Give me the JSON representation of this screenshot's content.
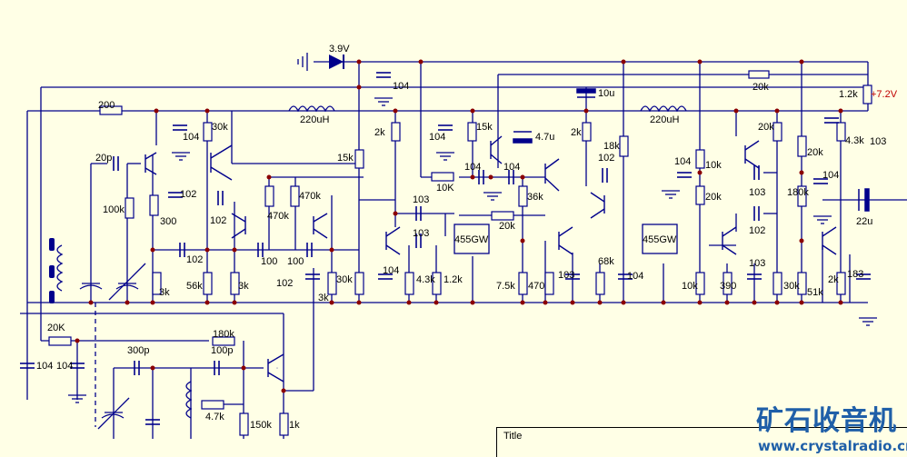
{
  "labels": {
    "diode_v": "3.9V",
    "supply_v": "+7.2V",
    "c104_top": "104",
    "r200": "200",
    "l220_1": "220uH",
    "l220_2": "220uH",
    "c10u": "10u",
    "r20k_top": "20k",
    "r1_2k_top": "1.2k",
    "c103_right": "103",
    "c20p": "20p",
    "r30k_a": "30k",
    "c104_a": "104",
    "r100k": "100k",
    "c102_a": "102",
    "r300": "300",
    "c102_b": "102",
    "r470k_a": "470k",
    "r470k_b": "470k",
    "r15k_a": "15k",
    "r2k_a": "2k",
    "c104_b": "104",
    "r15k_b": "15k",
    "c4_7u": "4.7u",
    "r2k_b": "2k",
    "r18k": "18k",
    "c102_c": "102",
    "r10k_a": "10K",
    "c104_c": "104",
    "c104_d": "104",
    "r36k": "36k",
    "c104_e": "104",
    "r10k_b": "10k",
    "r20k_b": "20k",
    "r20k_c": "20k",
    "r20k_d": "20k",
    "r4_3k_top": "4.3k",
    "r180k": "180k",
    "c104_f": "104",
    "c103_a": "103",
    "c103_b": "103",
    "c103_c": "103",
    "c103_d": "103",
    "c102_d": "102",
    "c22u": "22u",
    "r20k_e": "20k",
    "ic1": "455GW",
    "ic2": "455GW",
    "c102_e": "102",
    "c100_a": "100",
    "c100_b": "100",
    "r3k_a": "3k",
    "r56k": "56k",
    "r3k_b": "3k",
    "c102_f": "102",
    "r3k_c": "3k",
    "r30k_b": "30k",
    "c104_g": "104",
    "r4_3k_b": "4.3k",
    "r1_2k_b": "1.2k",
    "r7_5k": "7.5k",
    "r470": "470",
    "c103_e": "103",
    "r68k": "68k",
    "c104_h": "104",
    "r10k_c": "10k",
    "r390": "390",
    "c103_f": "103",
    "r30k_c": "30k",
    "r51k": "51k",
    "r2k_c": "2k",
    "c183": "183",
    "r20K_left": "20K",
    "c104_left1": "104",
    "c104_left2": "104",
    "c300p": "300p",
    "r180k_b": "180k",
    "c100p": "100p",
    "r4_7k": "4.7k",
    "r150k": "150k",
    "r1k": "1k"
  },
  "title_block": {
    "title": "Title"
  },
  "watermark": {
    "brand": "矿石收音机",
    "url": "www.crystalradio.cn"
  },
  "colors": {
    "wire": "#00008b",
    "component": "#00008b",
    "junction": "#8b0000",
    "label_red": "#c00000"
  }
}
